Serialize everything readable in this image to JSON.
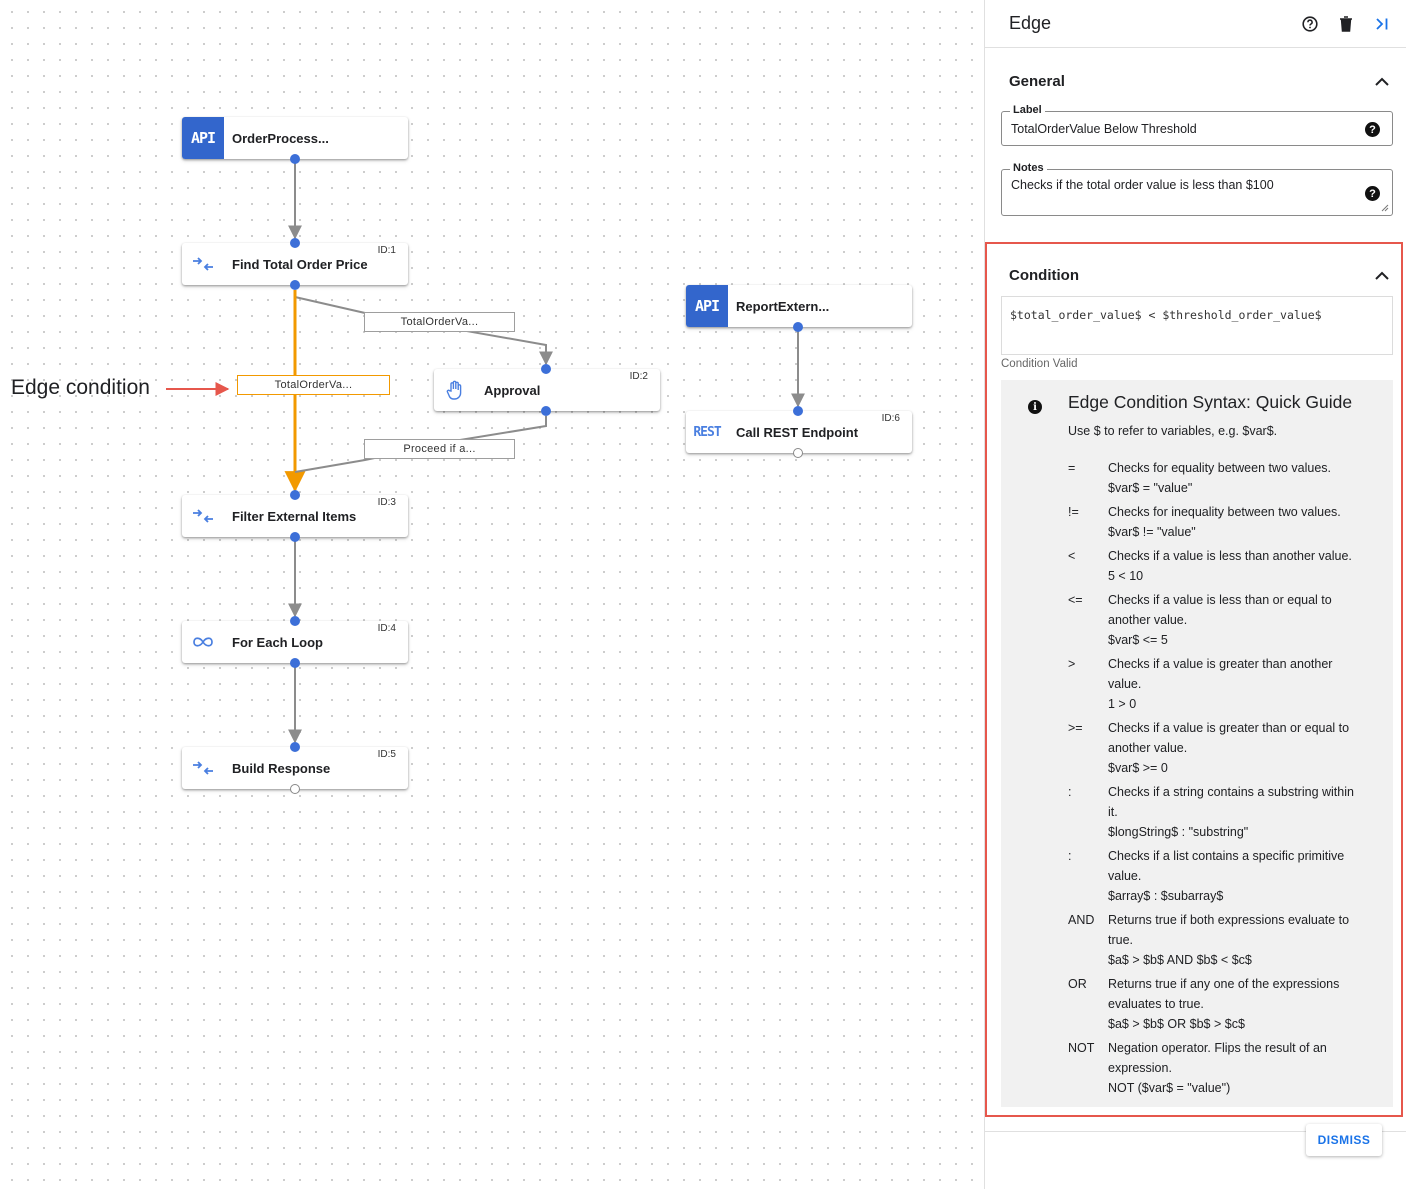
{
  "canvas": {
    "nodes": [
      {
        "label": "OrderProcess...",
        "icon": "api-icon",
        "icon_text": "API",
        "id": ""
      },
      {
        "label": "Find Total Order Price",
        "icon": "data-mapping-icon",
        "icon_text": "",
        "id": "ID:1"
      },
      {
        "label": "Approval",
        "icon": "hand-icon",
        "icon_text": "",
        "id": "ID:2"
      },
      {
        "label": "Filter External Items",
        "icon": "data-mapping-icon",
        "icon_text": "",
        "id": "ID:3"
      },
      {
        "label": "For Each Loop",
        "icon": "loop-icon",
        "icon_text": "",
        "id": "ID:4"
      },
      {
        "label": "Build Response",
        "icon": "data-mapping-icon",
        "icon_text": "",
        "id": "ID:5"
      },
      {
        "label": "ReportExtern...",
        "icon": "api-icon",
        "icon_text": "API",
        "id": ""
      },
      {
        "label": "Call REST Endpoint",
        "icon": "rest-icon",
        "icon_text": "REST",
        "id": "ID:6"
      }
    ],
    "edge_labels": {
      "to_approval": "TotalOrderVa...",
      "selected": "TotalOrderVa...",
      "from_approval": "Proceed if a..."
    },
    "callout": "Edge condition",
    "colors": {
      "selected_edge": "#f29900",
      "edge": "#8c8c8c",
      "port": "#3c6fd8",
      "callout_arrow": "#e6574c"
    }
  },
  "panel": {
    "title": "Edge",
    "general": {
      "heading": "General",
      "label_field": {
        "label": "Label",
        "value": "TotalOrderValue Below Threshold"
      },
      "notes_field": {
        "label": "Notes",
        "value": "Checks if the total order value is less than $100"
      }
    },
    "condition": {
      "heading": "Condition",
      "expression": "$total_order_value$ < $threshold_order_value$",
      "status": "Condition Valid",
      "guide": {
        "title": "Edge Condition Syntax: Quick Guide",
        "subtitle": "Use $ to refer to variables, e.g. $var$.",
        "operators": [
          {
            "op": "=",
            "lines": [
              "Checks for equality between two values.",
              "$var$ = \"value\""
            ]
          },
          {
            "op": "!=",
            "lines": [
              "Checks for inequality between two values.",
              "$var$ != \"value\""
            ]
          },
          {
            "op": "<",
            "lines": [
              "Checks if a value is less than another value.",
              "5 < 10"
            ]
          },
          {
            "op": "<=",
            "lines": [
              "Checks if a value is less than or equal to",
              "another value.",
              "$var$ <= 5"
            ]
          },
          {
            "op": ">",
            "lines": [
              "Checks if a value is greater than another",
              "value.",
              "1 > 0"
            ]
          },
          {
            "op": ">=",
            "lines": [
              "Checks if a value is greater than or equal to",
              "another value.",
              "$var$ >= 0"
            ]
          },
          {
            "op": ":",
            "lines": [
              "Checks if a string contains a substring within",
              "it.",
              "$longString$ : \"substring\""
            ]
          },
          {
            "op": ":",
            "lines": [
              "Checks if a list contains a specific primitive",
              "value.",
              "$array$ : $subarray$"
            ]
          },
          {
            "op": "AND",
            "lines": [
              "Returns true if both expressions evaluate to",
              "true.",
              "$a$ > $b$ AND $b$ < $c$"
            ]
          },
          {
            "op": "OR",
            "lines": [
              "Returns true if any one of the expressions",
              "evaluates to true.",
              "$a$ > $b$ OR $b$ > $c$"
            ]
          },
          {
            "op": "NOT",
            "lines": [
              "Negation operator. Flips the result of an",
              "expression.",
              "NOT ($var$ = \"value\")"
            ]
          }
        ]
      }
    },
    "dismiss_label": "DISMISS",
    "colors": {
      "highlight_border": "#e6574c",
      "accent": "#1a73e8",
      "api": "#3366cc"
    }
  }
}
